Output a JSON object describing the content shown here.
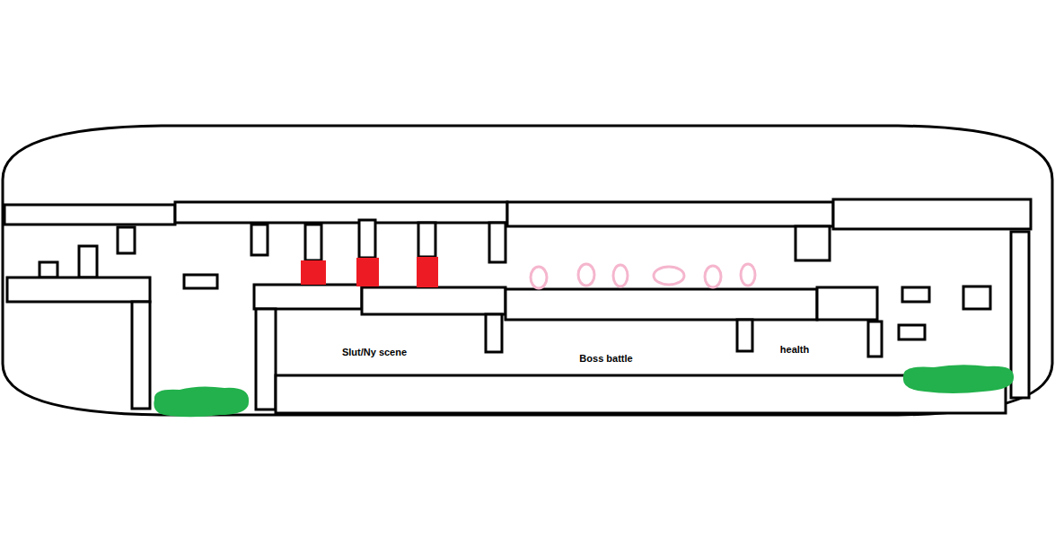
{
  "diagram": {
    "labels": [
      "Slut/Ny scene",
      "Boss battle",
      "health"
    ]
  }
}
